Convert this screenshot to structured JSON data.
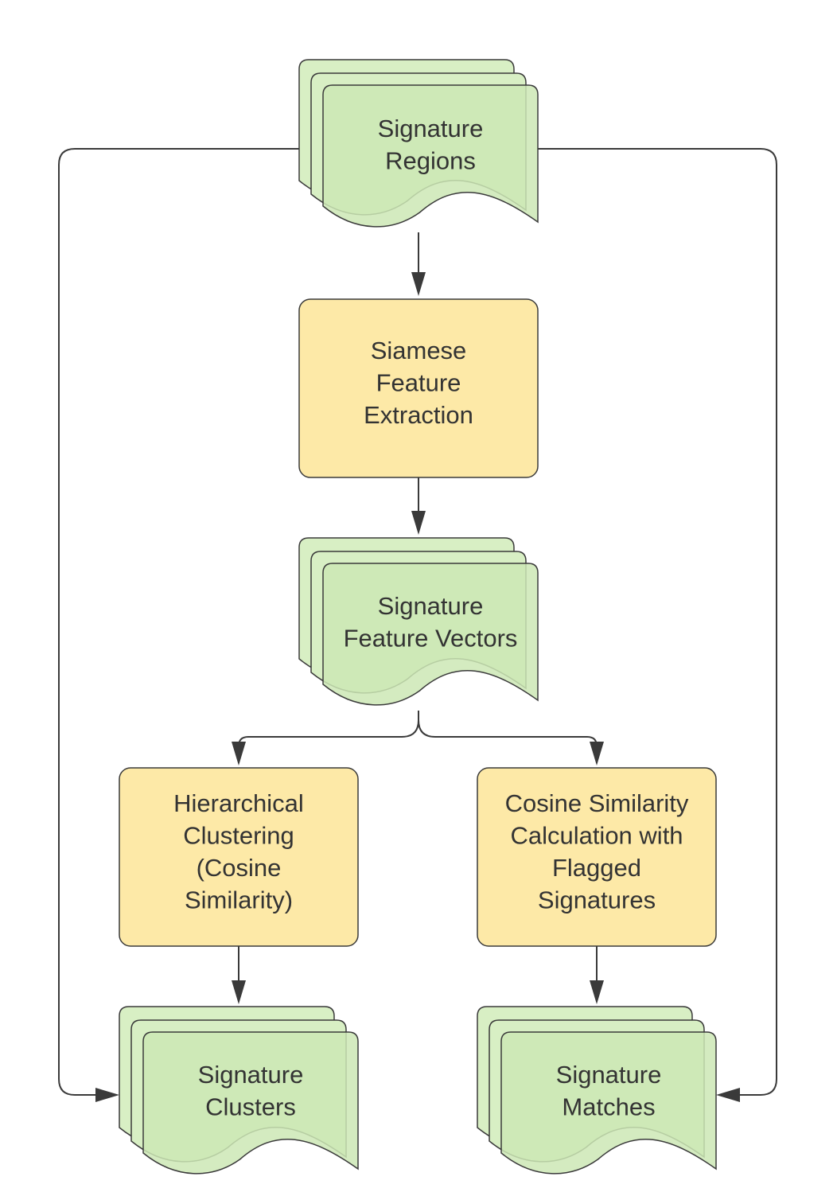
{
  "diagram": {
    "nodes": {
      "signature_regions": {
        "lines": [
          "Signature",
          "Regions"
        ],
        "kind": "document-stack"
      },
      "siamese_extraction": {
        "lines": [
          "Siamese",
          "Feature",
          "Extraction"
        ],
        "kind": "process"
      },
      "feature_vectors": {
        "lines": [
          "Signature",
          "Feature Vectors"
        ],
        "kind": "document-stack"
      },
      "hierarchical_clustering": {
        "lines": [
          "Hierarchical",
          "Clustering",
          "(Cosine",
          "Similarity)"
        ],
        "kind": "process"
      },
      "cosine_similarity": {
        "lines": [
          "Cosine Similarity",
          "Calculation with",
          "Flagged",
          "Signatures"
        ],
        "kind": "process"
      },
      "signature_clusters": {
        "lines": [
          "Signature",
          "Clusters"
        ],
        "kind": "document-stack"
      },
      "signature_matches": {
        "lines": [
          "Signature",
          "Matches"
        ],
        "kind": "document-stack"
      }
    },
    "edges": [
      {
        "from": "signature_regions",
        "to": "siamese_extraction"
      },
      {
        "from": "siamese_extraction",
        "to": "feature_vectors"
      },
      {
        "from": "feature_vectors",
        "to": "hierarchical_clustering"
      },
      {
        "from": "feature_vectors",
        "to": "cosine_similarity"
      },
      {
        "from": "hierarchical_clustering",
        "to": "signature_clusters"
      },
      {
        "from": "cosine_similarity",
        "to": "signature_matches"
      },
      {
        "from": "signature_regions",
        "to": "signature_clusters"
      },
      {
        "from": "signature_regions",
        "to": "signature_matches"
      }
    ],
    "colors": {
      "document_fill": "#cde8b5",
      "process_fill": "#fde9a7",
      "stroke": "#3a3a3a",
      "text": "#333333"
    }
  }
}
